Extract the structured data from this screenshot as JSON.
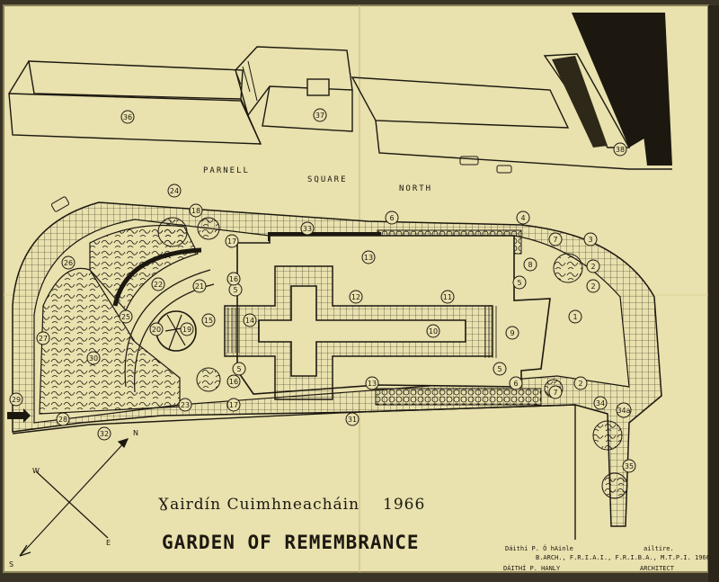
{
  "street": [
    "PARNELL",
    "SQUARE",
    "NORTH"
  ],
  "title": {
    "irish": "Ɣairdín Cuimhneacháin",
    "year": "1966",
    "english": "GARDEN OF REMEMBRANCE"
  },
  "signature": {
    "irish_name": "Dáithí P. Ó hAinle",
    "irish_role": "ailtire.",
    "qualifications": "B.ARCH., F.R.I.A.I., F.R.I.B.A., M.T.P.I. 1966",
    "name": "DÁITHÍ P. HANLY",
    "role": "ARCHITECT"
  },
  "compass": {
    "n": "N",
    "e": "E",
    "s": "S",
    "w": "W"
  },
  "colors": {
    "paper": "#e9e1ae",
    "ink": "#1c1810",
    "dark": "#3a3426"
  },
  "labels": [
    {
      "id": "l1",
      "text": "1"
    },
    {
      "id": "l2a",
      "text": "2"
    },
    {
      "id": "l2b",
      "text": "2"
    },
    {
      "id": "l2c",
      "text": "2"
    },
    {
      "id": "l3",
      "text": "3"
    },
    {
      "id": "l4",
      "text": "4"
    },
    {
      "id": "l5a",
      "text": "5"
    },
    {
      "id": "l5b",
      "text": "5"
    },
    {
      "id": "l5c",
      "text": "5"
    },
    {
      "id": "l5d",
      "text": "5"
    },
    {
      "id": "l6a",
      "text": "6"
    },
    {
      "id": "l6b",
      "text": "6"
    },
    {
      "id": "l7a",
      "text": "7"
    },
    {
      "id": "l7b",
      "text": "7"
    },
    {
      "id": "l8",
      "text": "8"
    },
    {
      "id": "l9",
      "text": "9"
    },
    {
      "id": "l10",
      "text": "10"
    },
    {
      "id": "l11",
      "text": "11"
    },
    {
      "id": "l12",
      "text": "12"
    },
    {
      "id": "l13a",
      "text": "13"
    },
    {
      "id": "l13b",
      "text": "13"
    },
    {
      "id": "l14",
      "text": "14"
    },
    {
      "id": "l15",
      "text": "15"
    },
    {
      "id": "l16a",
      "text": "16"
    },
    {
      "id": "l16b",
      "text": "16"
    },
    {
      "id": "l17a",
      "text": "17"
    },
    {
      "id": "l17b",
      "text": "17"
    },
    {
      "id": "l18",
      "text": "18"
    },
    {
      "id": "l19",
      "text": "19"
    },
    {
      "id": "l20",
      "text": "20"
    },
    {
      "id": "l21",
      "text": "21"
    },
    {
      "id": "l22",
      "text": "22"
    },
    {
      "id": "l23",
      "text": "23"
    },
    {
      "id": "l24",
      "text": "24"
    },
    {
      "id": "l25",
      "text": "25"
    },
    {
      "id": "l26",
      "text": "26"
    },
    {
      "id": "l27",
      "text": "27"
    },
    {
      "id": "l28",
      "text": "28"
    },
    {
      "id": "l29",
      "text": "29"
    },
    {
      "id": "l30",
      "text": "30"
    },
    {
      "id": "l31",
      "text": "31"
    },
    {
      "id": "l32",
      "text": "32"
    },
    {
      "id": "l33",
      "text": "33"
    },
    {
      "id": "l34",
      "text": "34"
    },
    {
      "id": "l34a",
      "text": "34a"
    },
    {
      "id": "l35",
      "text": "35"
    },
    {
      "id": "l36",
      "text": "36"
    },
    {
      "id": "l37",
      "text": "37"
    },
    {
      "id": "l38",
      "text": "38"
    }
  ]
}
